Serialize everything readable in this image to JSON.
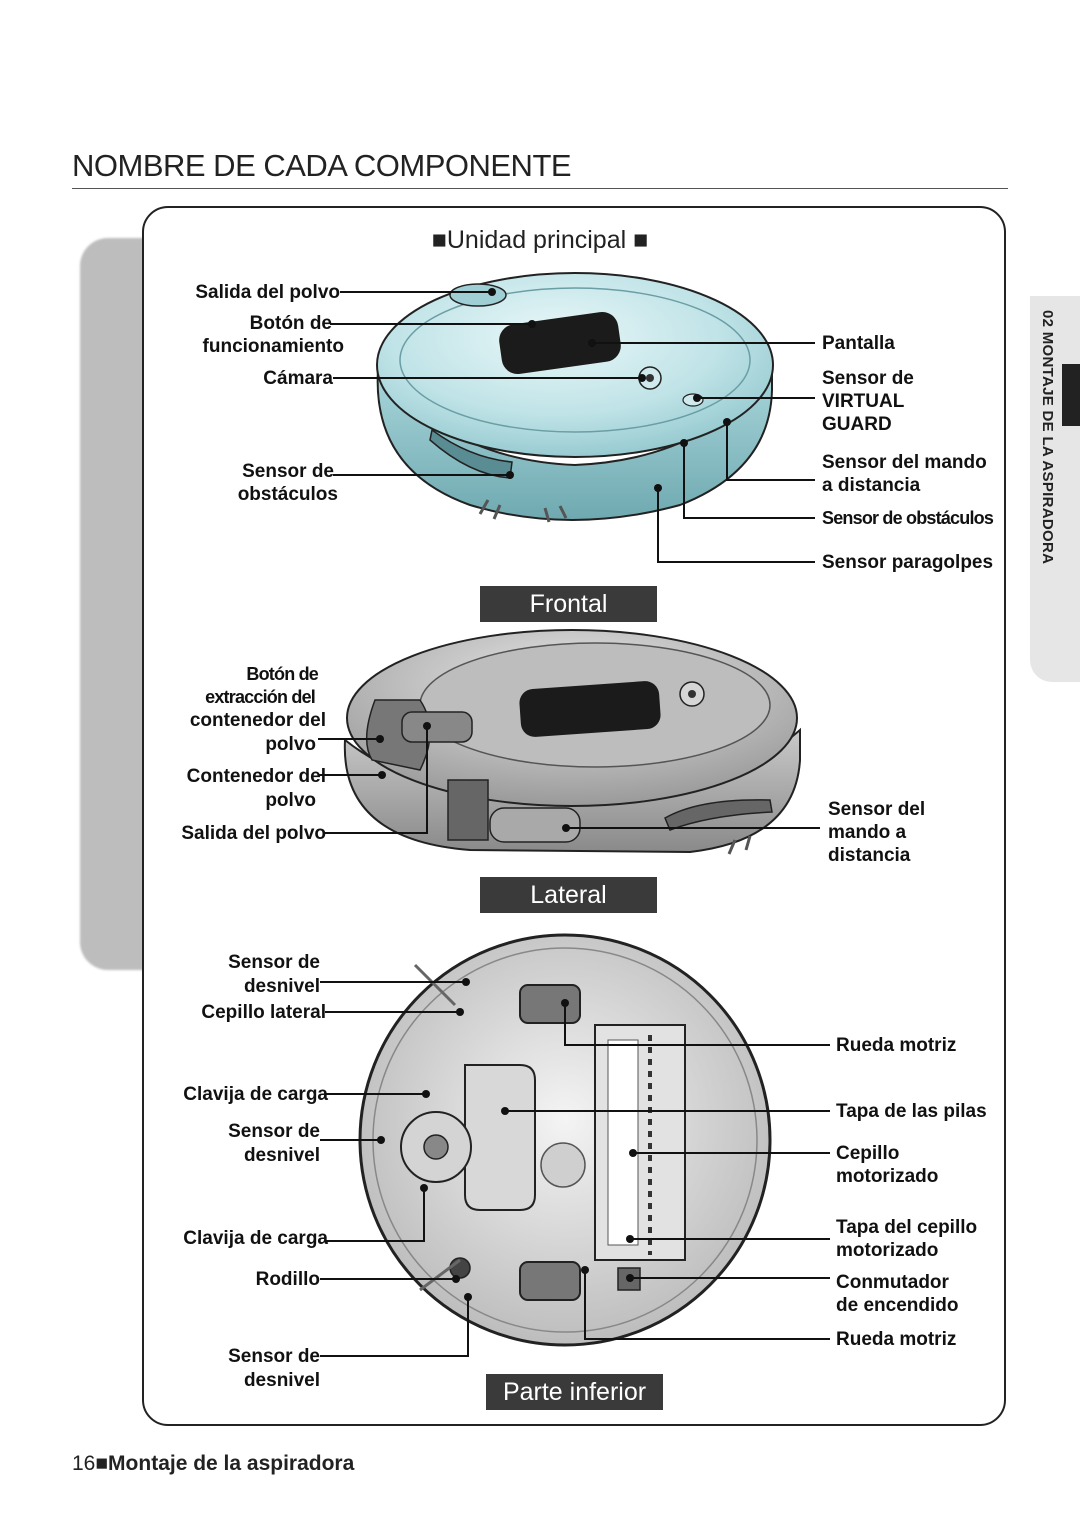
{
  "page": {
    "title": "NOMBRE DE CADA COMPONENTE",
    "subtitle": "■Unidad principal ■",
    "side_tab": "02 MONTAJE DE LA ASPIRADORA",
    "footer_page": "16■",
    "footer_text": "Montaje de la aspiradora"
  },
  "frontal": {
    "caption": "Frontal",
    "labels": {
      "dust_outlet": "Salida del polvo",
      "power_button_1": "Botón de",
      "power_button_2": "funcionamiento",
      "camera": "Cámara",
      "obstacle_left_1": "Sensor de",
      "obstacle_left_2": "obstáculos",
      "display": "Pantalla",
      "vg_1": "Sensor de",
      "vg_2": "VIRTUAL",
      "vg_3": "GUARD",
      "remote_1": "Sensor del mando",
      "remote_2": "a distancia",
      "obstacle_right": "Sensor de obstáculos",
      "bumper": "Sensor paragolpes"
    }
  },
  "lateral": {
    "caption": "Lateral",
    "labels": {
      "eject_1": "Botón de",
      "eject_2": "extracción del",
      "eject_3": "contenedor del",
      "eject_4": "polvo",
      "bin_1": "Contenedor del",
      "bin_2": "polvo",
      "dust_outlet": "Salida del polvo",
      "remote_1": "Sensor del",
      "remote_2": "mando a",
      "remote_3": "distancia"
    }
  },
  "bottom": {
    "caption": "Parte inferior",
    "labels": {
      "cliff_1a": "Sensor de",
      "cliff_1b": "desnivel",
      "side_brush": "Cepillo lateral",
      "charge_1": "Clavija de carga",
      "cliff_2a": "Sensor de",
      "cliff_2b": "desnivel",
      "charge_2": "Clavija de carga",
      "roller": "Rodillo",
      "cliff_3a": "Sensor de",
      "cliff_3b": "desnivel",
      "wheel_1": "Rueda motriz",
      "battery_cover": "Tapa de las pilas",
      "brush_1": "Cepillo",
      "brush_2": "motorizado",
      "brush_cover_1": "Tapa del cepillo",
      "brush_cover_2": "motorizado",
      "switch_1": "Conmutador",
      "switch_2": "de encendido",
      "wheel_2": "Rueda motriz"
    }
  }
}
